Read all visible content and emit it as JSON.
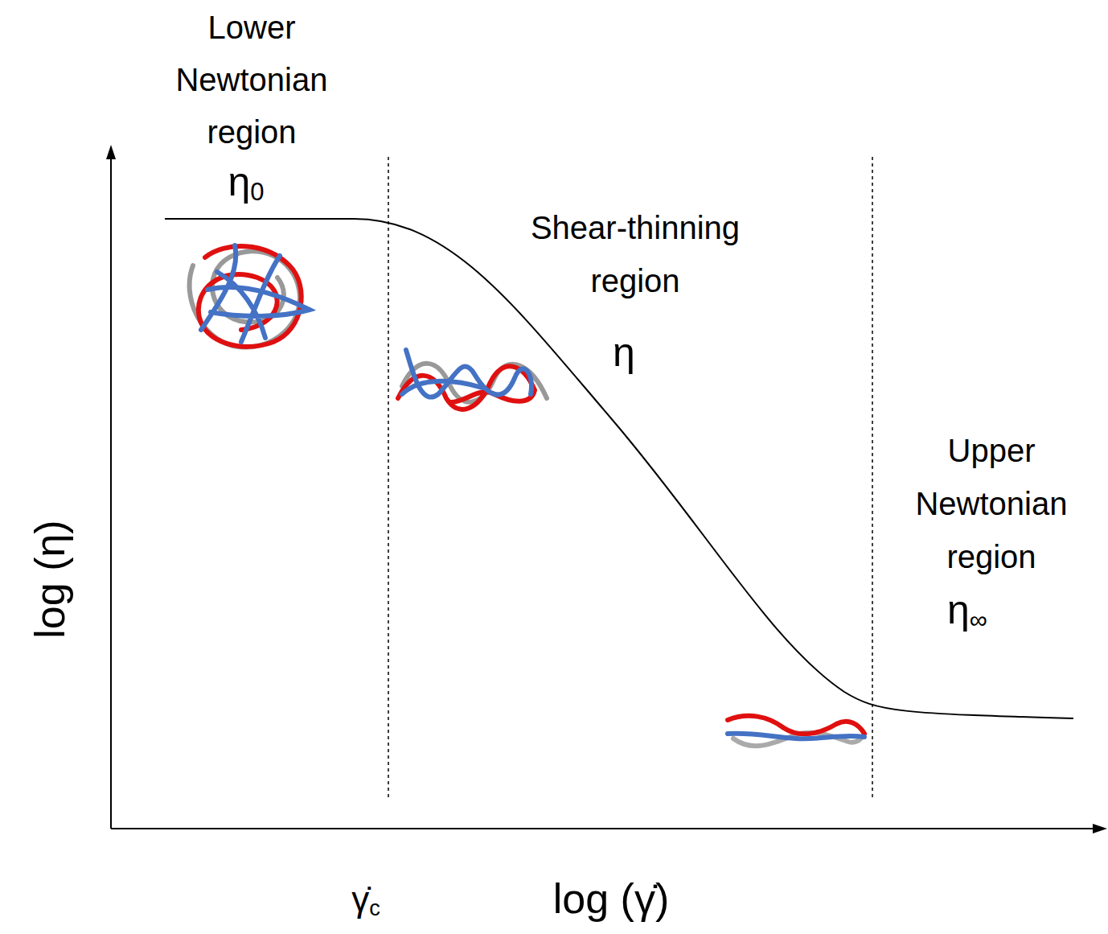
{
  "diagram": {
    "labels": [
      "Lower Newtonian region",
      "η0",
      "Shear-thinning region",
      "η",
      "Upper Newtonian region",
      "η∞",
      "log (η)",
      "γ̇c",
      "log (γ̇)"
    ]
  }
}
